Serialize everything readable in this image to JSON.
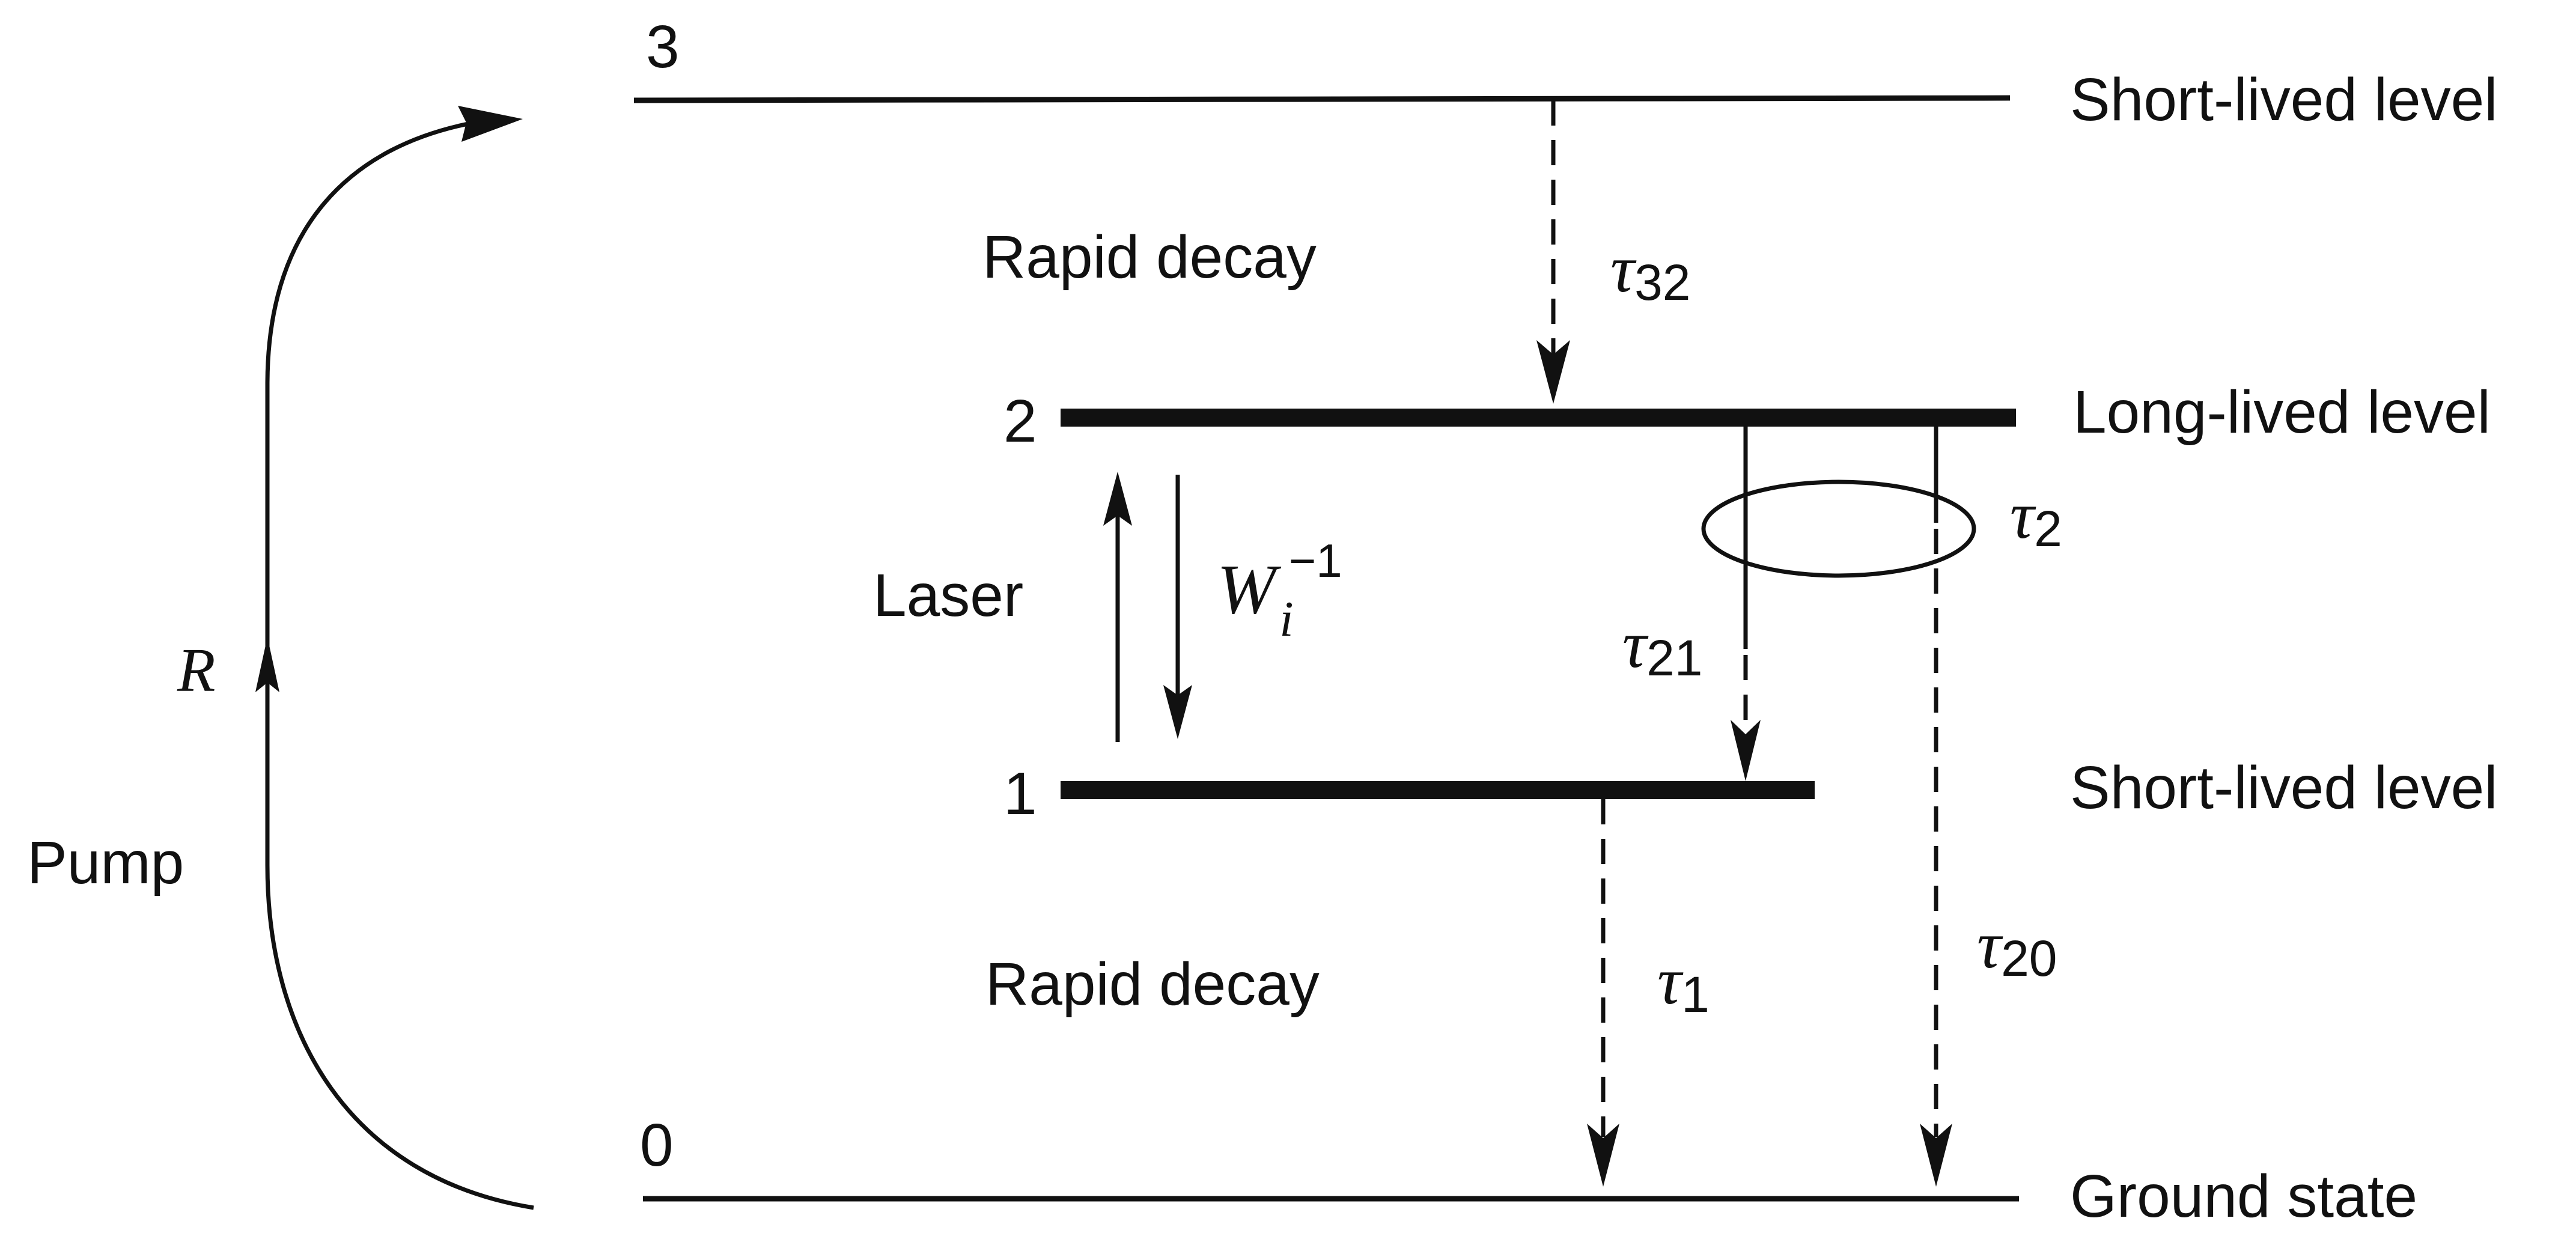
{
  "levels": [
    {
      "number": "3",
      "description": "Short-lived level"
    },
    {
      "number": "2",
      "description": "Long-lived level"
    },
    {
      "number": "1",
      "description": "Short-lived level"
    },
    {
      "number": "0",
      "description": "Ground state"
    }
  ],
  "pump": {
    "label": "Pump",
    "rate_symbol": "R"
  },
  "decays": {
    "upper_label": "Rapid decay",
    "lower_label": "Rapid decay",
    "tau32": {
      "symbol": "τ",
      "subscript": "32"
    },
    "tau21": {
      "symbol": "τ",
      "subscript": "21"
    },
    "tau2": {
      "symbol": "τ",
      "subscript": "2"
    },
    "tau20": {
      "symbol": "τ",
      "subscript": "20"
    },
    "tau1": {
      "symbol": "τ",
      "subscript": "1"
    }
  },
  "laser": {
    "label": "Laser",
    "induced_rate": {
      "symbol": "W",
      "subscript": "i",
      "superscript": "−1"
    }
  },
  "colors": {
    "ink": "#111111",
    "background": "#ffffff"
  }
}
